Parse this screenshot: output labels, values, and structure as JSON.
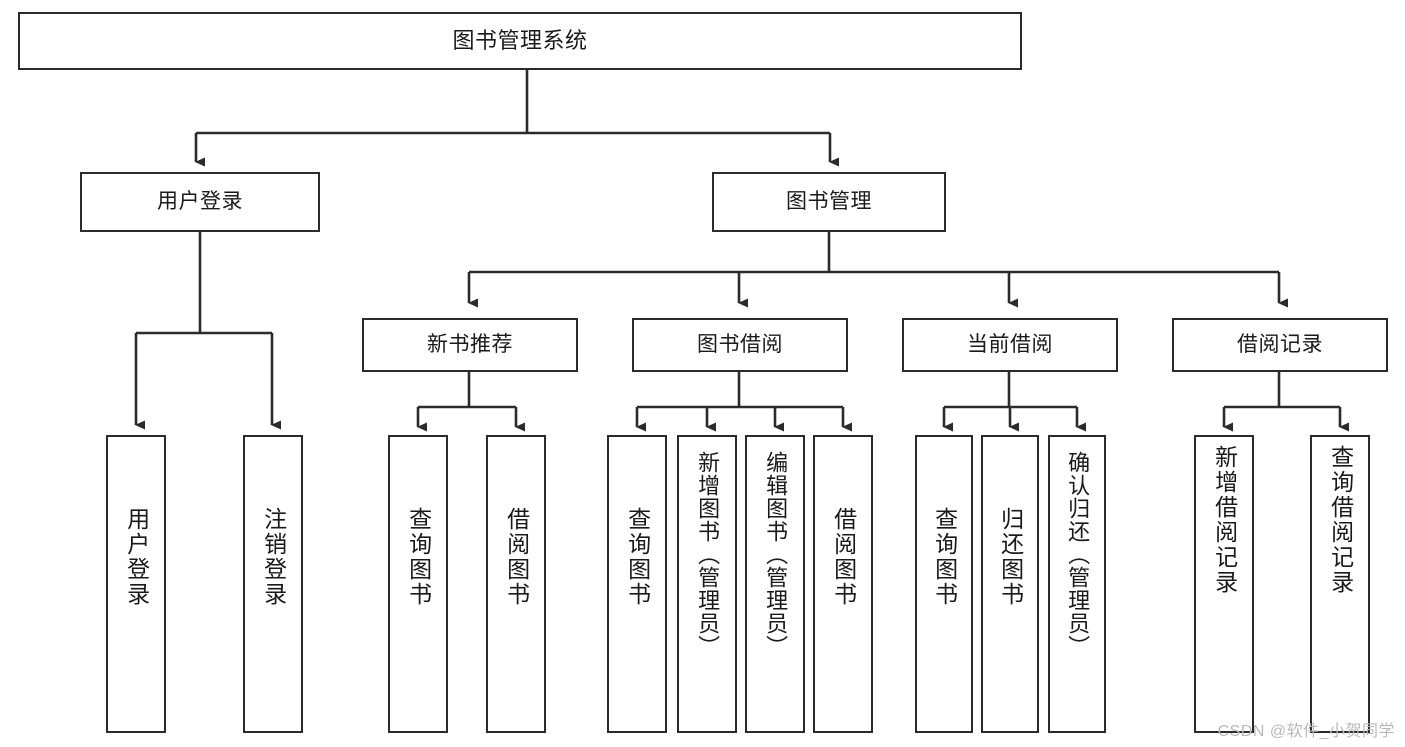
{
  "diagram": {
    "title": "图书管理系统",
    "type": "tree",
    "stroke_color": "#2b2b2b",
    "fill_color": "#ffffff",
    "text_color": "#1a1a1a",
    "root": {
      "label": "图书管理系统"
    },
    "level2": [
      {
        "label": "用户登录"
      },
      {
        "label": "图书管理"
      }
    ],
    "level3": [
      {
        "label": "新书推荐"
      },
      {
        "label": "图书借阅"
      },
      {
        "label": "当前借阅"
      },
      {
        "label": "借阅记录"
      }
    ],
    "leaves": {
      "user_login": [
        {
          "label": "用户登录"
        },
        {
          "label": "注销登录"
        }
      ],
      "new_book": [
        {
          "label": "查询图书"
        },
        {
          "label": "借阅图书"
        }
      ],
      "borrow_book": [
        {
          "label": "查询图书"
        },
        {
          "label": "新增图书（管理员）"
        },
        {
          "label": "编辑图书（管理员）"
        },
        {
          "label": "借阅图书"
        }
      ],
      "current_borrow": [
        {
          "label": "查询图书"
        },
        {
          "label": "归还图书"
        },
        {
          "label": "确认归还（管理员）"
        }
      ],
      "borrow_record": [
        {
          "label": "新增借阅记录"
        },
        {
          "label": "查询借阅记录"
        }
      ]
    }
  },
  "watermark": {
    "text": "CSDN @软件_小贺同学"
  }
}
